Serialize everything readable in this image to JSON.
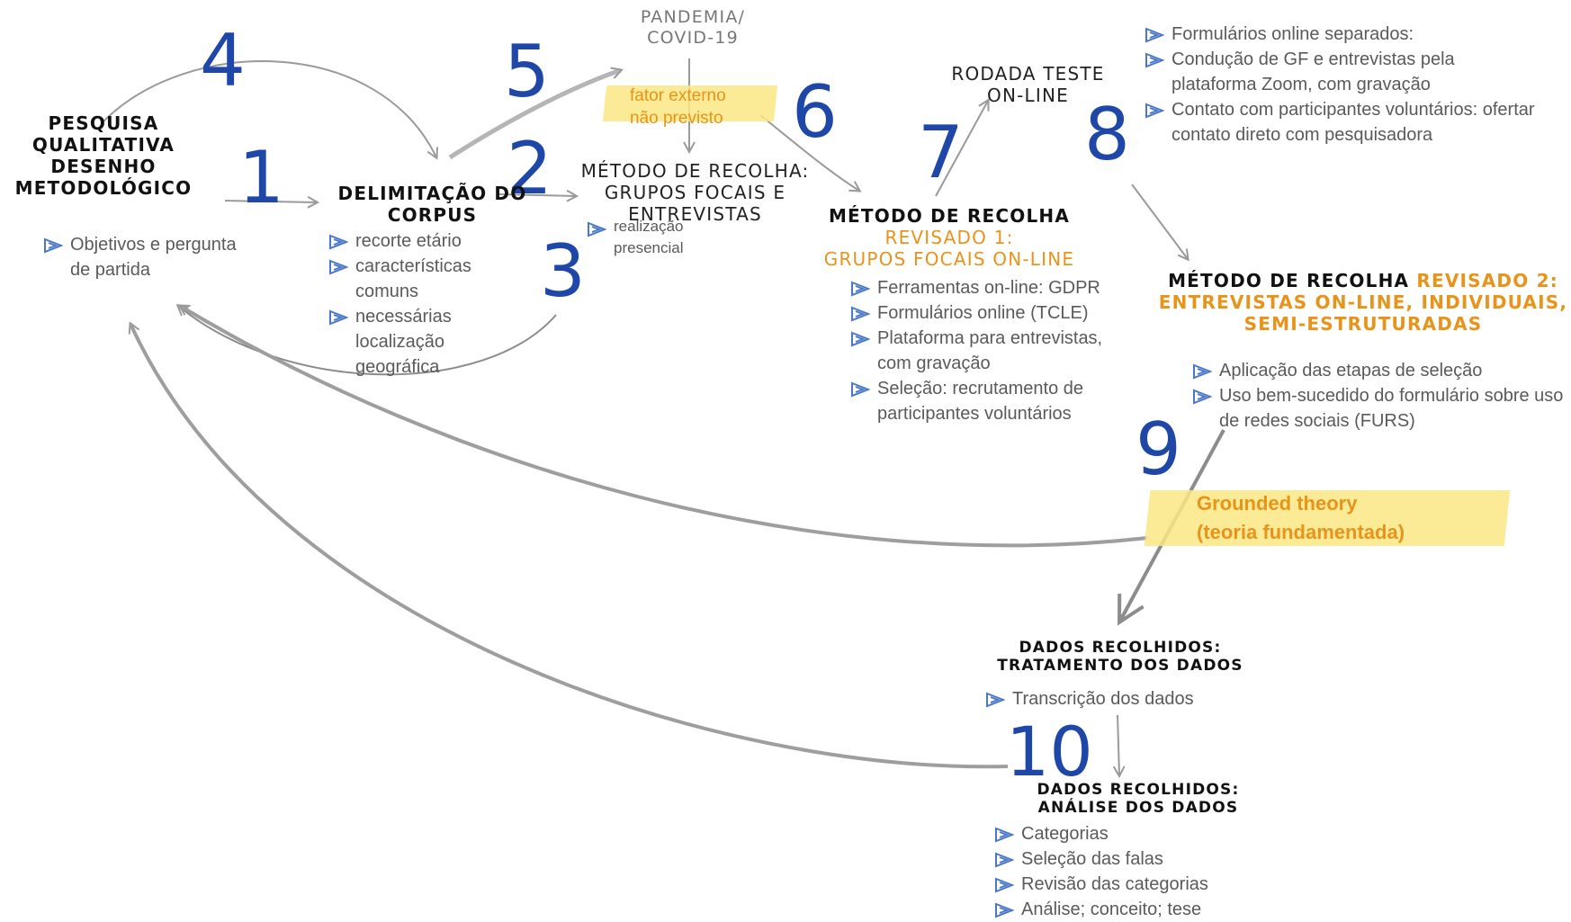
{
  "numbers": [
    "4",
    "1",
    "5",
    "2",
    "6",
    "3",
    "7",
    "8",
    "9",
    "10"
  ],
  "pesquisa": {
    "title": [
      "PESQUISA",
      "QUALITATIVA",
      "DESENHO",
      "METODOLÓGICO"
    ],
    "bullets": [
      "Objetivos e pergunta de partida"
    ]
  },
  "corpus": {
    "title": [
      "DELIMITAÇÃO DO",
      "CORPUS"
    ],
    "bullets": [
      "recorte etário",
      "características comuns",
      "necessárias localização geográfica"
    ]
  },
  "pandemia": {
    "title": [
      "PANDEMIA/",
      "COVID-19"
    ],
    "highlight": [
      "fator externo",
      "não previsto"
    ]
  },
  "metodo": {
    "title": [
      "MÉTODO DE RECOLHA:",
      "GRUPOS FOCAIS E",
      "ENTREVISTAS"
    ],
    "bullets": [
      "realização presencial"
    ]
  },
  "rodada": {
    "title": [
      "RODADA TESTE",
      "ON-LINE"
    ]
  },
  "revisado1": {
    "title": "MÉTODO DE RECOLHA",
    "subtitle": [
      "REVISADO 1:",
      "GRUPOS FOCAIS ON-LINE"
    ],
    "bullets": [
      "Ferramentas on-line: GDPR",
      "Formulários online (TCLE)",
      "Plataforma para entrevistas, com gravação",
      "Seleção: recrutamento de participantes voluntários"
    ]
  },
  "topright": {
    "bullets": [
      "Formulários online separados:",
      "Condução de GF e entrevistas pela plataforma Zoom, com gravação",
      "Contato com participantes voluntários: ofertar contato direto com pesquisadora"
    ]
  },
  "revisado2": {
    "title_black": "MÉTODO DE RECOLHA",
    "title_orange": "REVISADO 2:",
    "subtitle": [
      "ENTREVISTAS ON-LINE, INDIVIDUAIS,",
      "SEMI-ESTRUTURADAS"
    ],
    "bullets": [
      "Aplicação das etapas de seleção",
      "Uso bem-sucedido do formulário sobre uso de redes sociais (FURS)"
    ]
  },
  "grounded": {
    "lines": [
      "Grounded theory",
      "(teoria fundamentada)"
    ]
  },
  "tratamento": {
    "title": [
      "DADOS RECOLHIDOS:",
      "TRATAMENTO DOS DADOS"
    ],
    "bullets": [
      "Transcrição dos dados"
    ]
  },
  "analise": {
    "title": [
      "DADOS RECOLHIDOS:",
      "ANÁLISE DOS DADOS"
    ],
    "bullets": [
      "Categorias",
      "Seleção das falas",
      "Revisão das categorias",
      "Análise; conceito; tese"
    ]
  },
  "colors": {
    "number": "#1f47a8",
    "orange": "#e8931a",
    "highlight": "#fbe784",
    "arrow": "#a0a0a0",
    "bullet": "#4a78c8"
  }
}
